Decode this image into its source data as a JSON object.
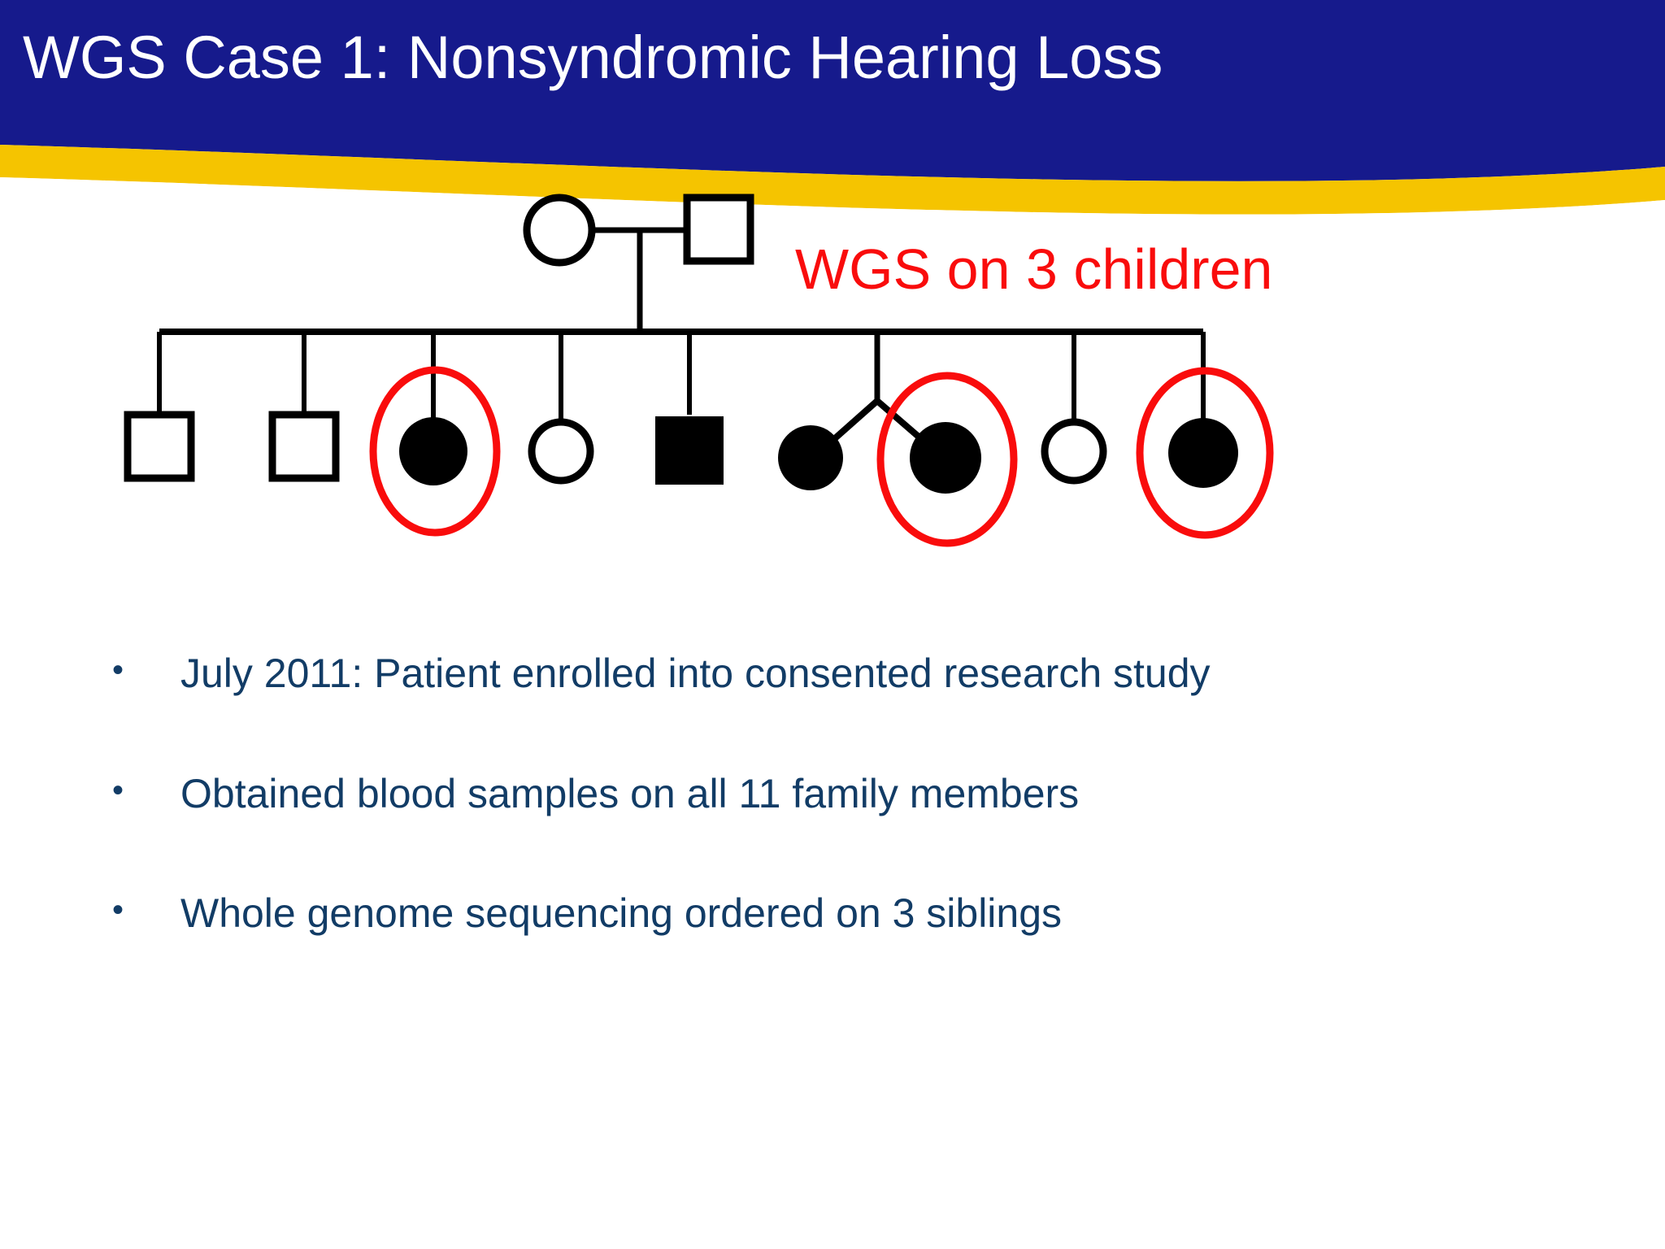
{
  "slide": {
    "title": "WGS Case 1: Nonsyndromic Hearing Loss",
    "background_color": "#ffffff",
    "banner_color": "#161a8c",
    "banner_accent_color": "#f5c400",
    "title_color": "#ffffff",
    "body_text_color": "#123c66",
    "annotation_color": "#f90c0c"
  },
  "annotation": {
    "label": "WGS on 3 children"
  },
  "pedigree": {
    "generation_1": [
      {
        "id": "mother",
        "shape": "circle",
        "filled": false,
        "sex": "female",
        "affected": false,
        "highlighted": false
      },
      {
        "id": "father",
        "shape": "square",
        "filled": false,
        "sex": "male",
        "affected": false,
        "highlighted": false
      }
    ],
    "generation_2": [
      {
        "id": "child-1",
        "shape": "square",
        "filled": false,
        "sex": "male",
        "affected": false,
        "highlighted": false,
        "twin": false
      },
      {
        "id": "child-2",
        "shape": "square",
        "filled": false,
        "sex": "male",
        "affected": false,
        "highlighted": false,
        "twin": false
      },
      {
        "id": "child-3",
        "shape": "circle",
        "filled": true,
        "sex": "female",
        "affected": true,
        "highlighted": true,
        "twin": false
      },
      {
        "id": "child-4",
        "shape": "circle",
        "filled": false,
        "sex": "female",
        "affected": false,
        "highlighted": false,
        "twin": false
      },
      {
        "id": "child-5",
        "shape": "square",
        "filled": true,
        "sex": "male",
        "affected": true,
        "highlighted": false,
        "twin": false
      },
      {
        "id": "child-6",
        "shape": "circle",
        "filled": true,
        "sex": "female",
        "affected": true,
        "highlighted": false,
        "twin": true
      },
      {
        "id": "child-7",
        "shape": "circle",
        "filled": true,
        "sex": "female",
        "affected": true,
        "highlighted": true,
        "twin": true
      },
      {
        "id": "child-8",
        "shape": "circle",
        "filled": false,
        "sex": "female",
        "affected": false,
        "highlighted": false,
        "twin": false
      },
      {
        "id": "child-9",
        "shape": "circle",
        "filled": true,
        "sex": "female",
        "affected": true,
        "highlighted": true,
        "twin": false
      }
    ],
    "highlight_count": 3,
    "total_members": 11
  },
  "bullets": [
    {
      "marker": "•",
      "text": "July 2011: Patient enrolled into consented research study"
    },
    {
      "marker": "•",
      "text": "Obtained blood samples on all 11 family members"
    },
    {
      "marker": "•",
      "text": "Whole genome sequencing ordered on 3 siblings"
    }
  ]
}
